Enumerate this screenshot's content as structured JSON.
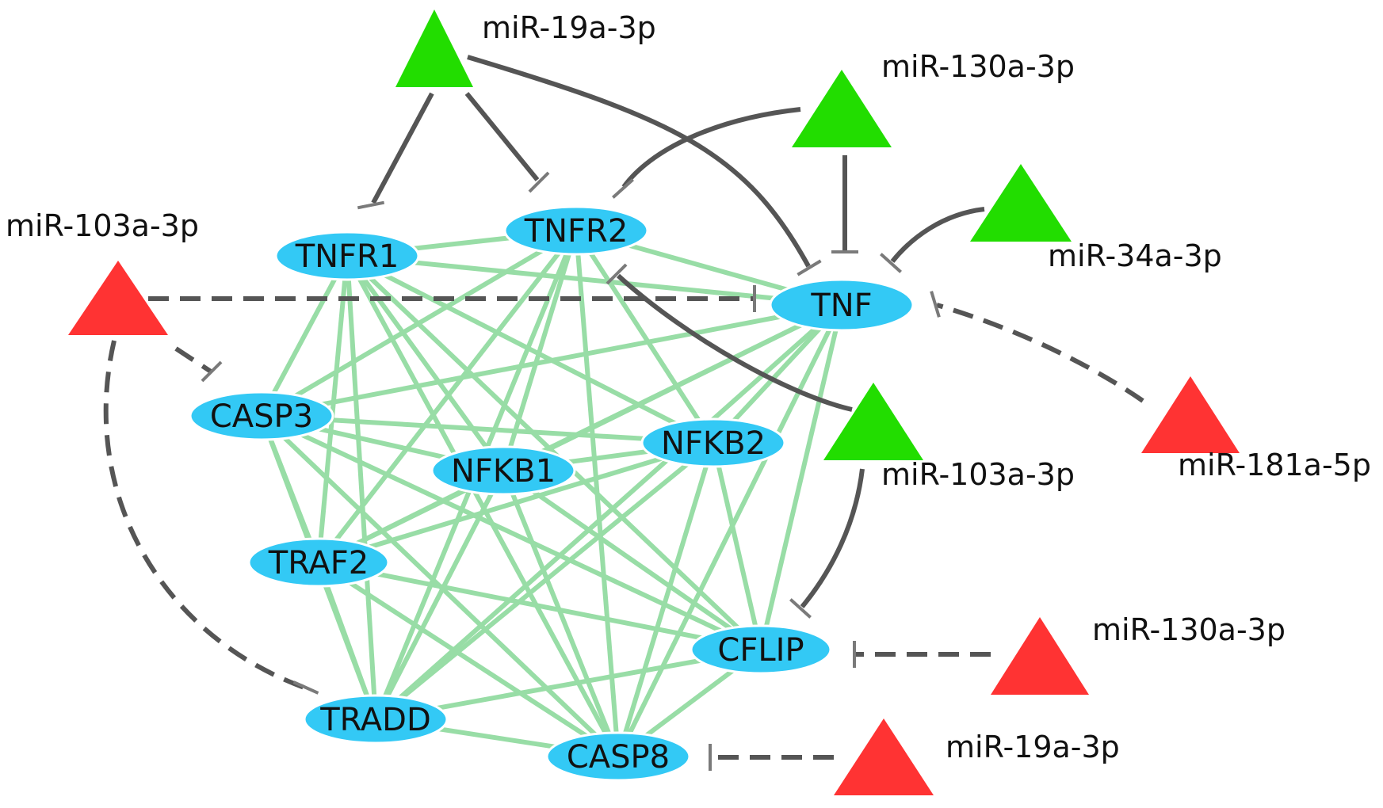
{
  "colors": {
    "gene": "#33C9F5",
    "up_mirna": "#22DD00",
    "down_mirna": "#FF3333",
    "ppi_edge": "#98DDA6",
    "inhibit_edge": "#555555"
  },
  "genes": {
    "TNFR1": "TNFR1",
    "TNFR2": "TNFR2",
    "TNF": "TNF",
    "CASP3": "CASP3",
    "NFKB1": "NFKB1",
    "NFKB2": "NFKB2",
    "TRAF2": "TRAF2",
    "CFLIP": "CFLIP",
    "TRADD": "TRADD",
    "CASP8": "CASP8"
  },
  "mirnas": {
    "g_19a": {
      "label": "miR-19a-3p",
      "status": "green"
    },
    "g_130a": {
      "label": "miR-130a-3p",
      "status": "green"
    },
    "g_34a": {
      "label": "miR-34a-3p",
      "status": "green"
    },
    "g_103a": {
      "label": "miR-103a-3p",
      "status": "green"
    },
    "r_103a": {
      "label": "miR-103a-3p",
      "status": "red"
    },
    "r_181a": {
      "label": "miR-181a-5p",
      "status": "red"
    },
    "r_130a": {
      "label": "miR-130a-3p",
      "status": "red"
    },
    "r_19a": {
      "label": "miR-19a-3p",
      "status": "red"
    }
  },
  "interactions": [
    [
      "TNFR1",
      "TNFR2"
    ],
    [
      "TNFR1",
      "TNF"
    ],
    [
      "TNFR1",
      "CASP3"
    ],
    [
      "TNFR1",
      "NFKB1"
    ],
    [
      "TNFR1",
      "NFKB2"
    ],
    [
      "TNFR1",
      "TRAF2"
    ],
    [
      "TNFR1",
      "CFLIP"
    ],
    [
      "TNFR1",
      "TRADD"
    ],
    [
      "TNFR1",
      "CASP8"
    ],
    [
      "TNFR2",
      "TNF"
    ],
    [
      "TNFR2",
      "CASP3"
    ],
    [
      "TNFR2",
      "NFKB1"
    ],
    [
      "TNFR2",
      "NFKB2"
    ],
    [
      "TNFR2",
      "TRAF2"
    ],
    [
      "TNFR2",
      "TRADD"
    ],
    [
      "TNFR2",
      "CASP8"
    ],
    [
      "TNF",
      "CASP3"
    ],
    [
      "TNF",
      "NFKB1"
    ],
    [
      "TNF",
      "NFKB2"
    ],
    [
      "TNF",
      "TRAF2"
    ],
    [
      "TNF",
      "CFLIP"
    ],
    [
      "TNF",
      "TRADD"
    ],
    [
      "TNF",
      "CASP8"
    ],
    [
      "CASP3",
      "NFKB1"
    ],
    [
      "CASP3",
      "NFKB2"
    ],
    [
      "CASP3",
      "TRAF2"
    ],
    [
      "CASP3",
      "CFLIP"
    ],
    [
      "CASP3",
      "TRADD"
    ],
    [
      "CASP3",
      "CASP8"
    ],
    [
      "NFKB1",
      "NFKB2"
    ],
    [
      "NFKB1",
      "TRAF2"
    ],
    [
      "NFKB1",
      "CFLIP"
    ],
    [
      "NFKB1",
      "TRADD"
    ],
    [
      "NFKB1",
      "CASP8"
    ],
    [
      "NFKB2",
      "TRAF2"
    ],
    [
      "NFKB2",
      "CFLIP"
    ],
    [
      "NFKB2",
      "TRADD"
    ],
    [
      "NFKB2",
      "CASP8"
    ],
    [
      "TRAF2",
      "CFLIP"
    ],
    [
      "TRAF2",
      "TRADD"
    ],
    [
      "TRAF2",
      "CASP8"
    ],
    [
      "CFLIP",
      "TRADD"
    ],
    [
      "CFLIP",
      "CASP8"
    ],
    [
      "TRADD",
      "CASP8"
    ]
  ],
  "regulations": [
    [
      "g_19a",
      "TNFR1",
      "solid"
    ],
    [
      "g_19a",
      "TNFR2",
      "solid"
    ],
    [
      "g_19a",
      "TNF",
      "solid"
    ],
    [
      "g_130a",
      "TNFR2",
      "solid"
    ],
    [
      "g_130a",
      "TNF",
      "solid"
    ],
    [
      "g_34a",
      "TNF",
      "solid"
    ],
    [
      "g_103a",
      "TNFR2",
      "solid"
    ],
    [
      "g_103a",
      "CFLIP",
      "solid"
    ],
    [
      "r_103a",
      "TNF",
      "dashed"
    ],
    [
      "r_103a",
      "CASP3",
      "dashed"
    ],
    [
      "r_103a",
      "TRADD",
      "dashed"
    ],
    [
      "r_181a",
      "TNF",
      "dashed"
    ],
    [
      "r_130a",
      "CFLIP",
      "dashed"
    ],
    [
      "r_19a",
      "CASP8",
      "dashed"
    ]
  ]
}
